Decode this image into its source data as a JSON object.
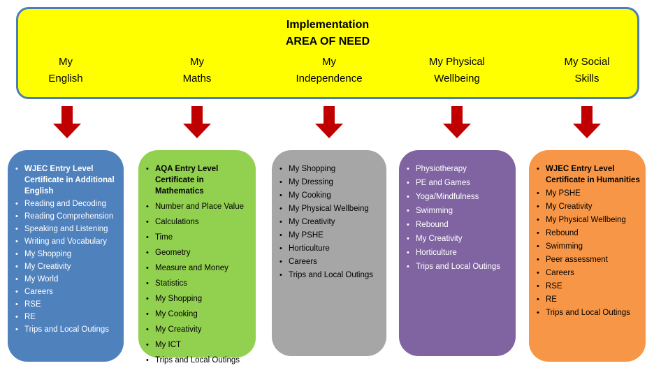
{
  "header": {
    "title_line1": "Implementation",
    "title_line2": "AREA OF NEED",
    "bg": "#FFFF00",
    "border_color": "#4A7EBB",
    "columns": [
      {
        "line1": "My",
        "line2": "English"
      },
      {
        "line1": "My",
        "line2": "Maths"
      },
      {
        "line1": "My",
        "line2": "Independence"
      },
      {
        "line1": "My Physical",
        "line2": "Wellbeing"
      },
      {
        "line1": "My Social",
        "line2": "Skills"
      }
    ]
  },
  "arrow_color": "#C00000",
  "boxes": [
    {
      "name": "english",
      "bg": "#4F81BD",
      "text_color": "#FFFFFF",
      "items": [
        {
          "text": "WJEC Entry Level Certificate in Additional English",
          "bold": true
        },
        {
          "text": "Reading and Decoding"
        },
        {
          "text": "Reading Comprehension"
        },
        {
          "text": "Speaking and Listening"
        },
        {
          "text": "Writing and Vocabulary"
        },
        {
          "text": "My Shopping"
        },
        {
          "text": "My Creativity"
        },
        {
          "text": "My World"
        },
        {
          "text": "Careers"
        },
        {
          "text": "RSE"
        },
        {
          "text": "RE"
        },
        {
          "text": "Trips and Local Outings"
        }
      ]
    },
    {
      "name": "maths",
      "bg": "#92D050",
      "text_color": "#000000",
      "items": [
        {
          "text": "AQA Entry Level Certificate in Mathematics",
          "bold": true
        },
        {
          "text": "Number and Place Value"
        },
        {
          "text": "Calculations"
        },
        {
          "text": "Time"
        },
        {
          "text": "Geometry"
        },
        {
          "text": "Measure and Money"
        },
        {
          "text": "Statistics"
        },
        {
          "text": "My Shopping"
        },
        {
          "text": "My Cooking"
        },
        {
          "text": "My Creativity"
        },
        {
          "text": "My ICT"
        },
        {
          "text": "Trips and Local Outings"
        }
      ]
    },
    {
      "name": "independence",
      "bg": "#A6A6A6",
      "text_color": "#000000",
      "items": [
        {
          "text": "My Shopping"
        },
        {
          "text": "My Dressing"
        },
        {
          "text": "My Cooking"
        },
        {
          "text": "My Physical Wellbeing"
        },
        {
          "text": "My Creativity"
        },
        {
          "text": "My PSHE"
        },
        {
          "text": "Horticulture"
        },
        {
          "text": "Careers"
        },
        {
          "text": "Trips and Local Outings"
        }
      ]
    },
    {
      "name": "physical-wellbeing",
      "bg": "#8064A2",
      "text_color": "#FFFFFF",
      "items": [
        {
          "text": "Physiotherapy"
        },
        {
          "text": "PE and Games"
        },
        {
          "text": "Yoga/Mindfulness"
        },
        {
          "text": "Swimming"
        },
        {
          "text": "Rebound"
        },
        {
          "text": "My Creativity"
        },
        {
          "text": "Horticulture"
        },
        {
          "text": "Trips and Local Outings"
        }
      ]
    },
    {
      "name": "social-skills",
      "bg": "#F79646",
      "text_color": "#000000",
      "items": [
        {
          "text": "WJEC Entry Level Certificate in Humanities",
          "bold": true
        },
        {
          "text": "My PSHE"
        },
        {
          "text": "My Creativity"
        },
        {
          "text": "My Physical Wellbeing"
        },
        {
          "text": "Rebound"
        },
        {
          "text": "Swimming"
        },
        {
          "text": "Peer assessment"
        },
        {
          "text": "Careers"
        },
        {
          "text": "RSE"
        },
        {
          "text": "RE"
        },
        {
          "text": "Trips and Local Outings"
        }
      ]
    }
  ]
}
